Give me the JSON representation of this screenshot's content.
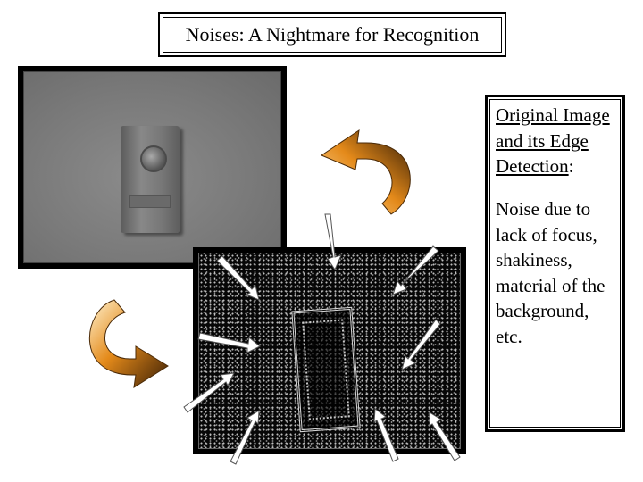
{
  "slide": {
    "title": "Noises: A Nightmare for Recognition"
  },
  "images": {
    "photo_icon": "photo-image",
    "edge_icon": "edge-detection-image"
  },
  "panel": {
    "heading": "Original Image and its Edge Detection",
    "heading_colon": ":",
    "body": "Noise due to lack of focus, shakiness, material of the background, etc."
  },
  "colors": {
    "accent_orange": "#e48a1a",
    "arrow_white": "#ffffff"
  }
}
